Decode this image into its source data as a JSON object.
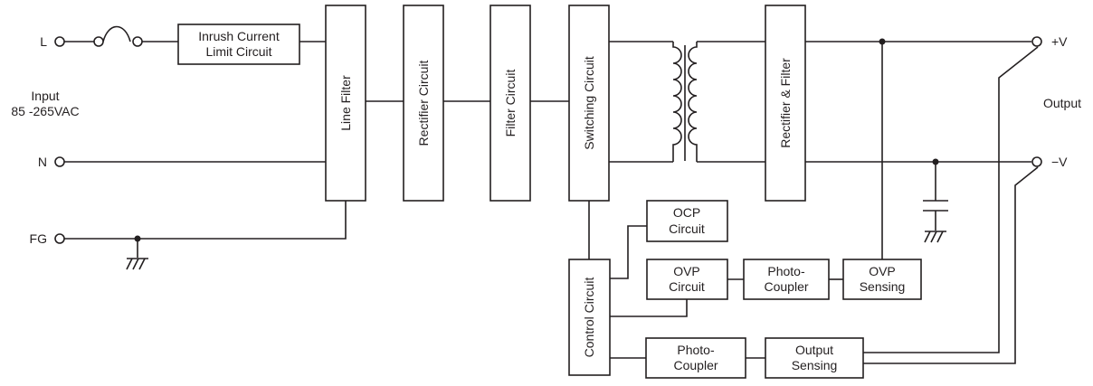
{
  "terminals": {
    "l": "L",
    "n": "N",
    "fg": "FG",
    "plus_v": "+V",
    "minus_v": "−V"
  },
  "input_label": {
    "line1": "Input",
    "line2": "85 -265VAC"
  },
  "output_label": "Output",
  "blocks": {
    "inrush": {
      "line1": "Inrush Current",
      "line2": "Limit Circuit"
    },
    "line_filter": "Line Filter",
    "rectifier": "Rectifier Circuit",
    "filter": "Filter Circuit",
    "switching": "Switching Circuit",
    "rectifier_filter": "Rectifier & Filter",
    "control": "Control Circuit",
    "ocp": {
      "line1": "OCP",
      "line2": "Circuit"
    },
    "ovp": {
      "line1": "OVP",
      "line2": "Circuit"
    },
    "photo_coupler_1": {
      "line1": "Photo-",
      "line2": "Coupler"
    },
    "ovp_sensing": {
      "line1": "OVP",
      "line2": "Sensing"
    },
    "photo_coupler_2": {
      "line1": "Photo-",
      "line2": "Coupler"
    },
    "output_sensing": {
      "line1": "Output",
      "line2": "Sensing"
    }
  },
  "colors": {
    "ink": "#231f20",
    "background": "#ffffff"
  }
}
